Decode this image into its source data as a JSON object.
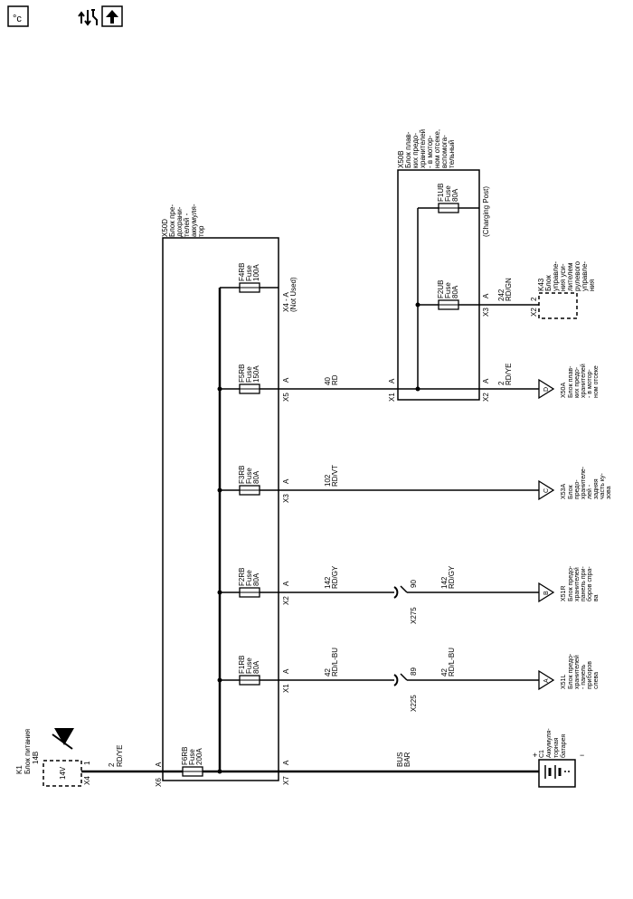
{
  "toolbar": {
    "icons": [
      "ground-icon",
      "service-tools-icon",
      "up-arrow-icon"
    ],
    "ground_text": "°c"
  },
  "battery_unit": {
    "ref": "K1",
    "name": [
      "Блок питания",
      "14В"
    ],
    "voltage": "14V",
    "connector": "X4",
    "pin": "1",
    "wire_num": "2",
    "wire_color": "RD/YE"
  },
  "fuse_block": {
    "name": [
      "X50D",
      "Блок пре-",
      "дохрани-",
      "телей -",
      "аккумуля-",
      "тор"
    ],
    "inputs": [
      {
        "conn": "X6",
        "pin": "A"
      }
    ],
    "main_fuse": {
      "ref": "F6RB",
      "type": "Fuse",
      "rating": "200A",
      "conn": "X7",
      "pin": "A"
    },
    "fuses": [
      {
        "ref": "F1RB",
        "type": "Fuse",
        "rating": "80A",
        "conn": "X1",
        "pin": "A"
      },
      {
        "ref": "F2RB",
        "type": "Fuse",
        "rating": "80A",
        "conn": "X2",
        "pin": "A"
      },
      {
        "ref": "F3RB",
        "type": "Fuse",
        "rating": "80A",
        "conn": "X3",
        "pin": "A"
      },
      {
        "ref": "F5RB",
        "type": "Fuse",
        "rating": "150A",
        "conn": "X5",
        "pin": "A"
      },
      {
        "ref": "F4RB",
        "type": "Fuse",
        "rating": "100A",
        "conn": "X4 - A",
        "pin": "(Not Used)"
      }
    ]
  },
  "bus_bar": {
    "l1": "BUS",
    "l2": "BAR"
  },
  "battery": {
    "ref": "C1",
    "name": [
      "Аккумуля-",
      "торная",
      "батарея"
    ],
    "plus": "+",
    "minus": "−"
  },
  "circuits": [
    {
      "num": "42",
      "color": "RD/L-BU",
      "splice": "X225",
      "pin": "89",
      "num2": "42",
      "color2": "RD/L-BU",
      "dest": "A",
      "dest_conn": "X51L",
      "dest_name": [
        "Блок предо-",
        "хранителей",
        "- панель",
        "приборов",
        "слева"
      ]
    },
    {
      "num": "142",
      "color": "RD/GY",
      "splice": "X275",
      "pin": "90",
      "num2": "142",
      "color2": "RD/GY",
      "dest": "B",
      "dest_conn": "X51R",
      "dest_name": [
        "Блок предо-",
        "хранителей",
        "панель при-",
        "боров спра-",
        "ва"
      ]
    },
    {
      "num": "102",
      "color": "RD/VT",
      "dest": "C",
      "dest_conn": "X53A",
      "dest_name": [
        "Блок",
        "предо-",
        "хранителе-",
        "лей -",
        "задняя",
        "часть ку-",
        "зова"
      ]
    },
    {
      "num": "40",
      "color": "RD"
    }
  ],
  "fuse_block_b": {
    "name": [
      "X50B",
      "Блок плав-",
      "ких предо-",
      "хранителей",
      "- в мотор-",
      "ном отсеке,",
      "вспомога-",
      "тельный"
    ],
    "in_conn": "X1",
    "in_pin": "A",
    "f2": {
      "ref": "F2UB",
      "type": "Fuse",
      "rating": "80A",
      "conn": "X3",
      "pin": "A"
    },
    "f1": {
      "ref": "F1UB",
      "type": "Fuse",
      "rating": "80A",
      "note": "(Charging Post)"
    },
    "out_conn": "X2",
    "out_pin": "A",
    "out_num": "2",
    "out_color": "RD/YE",
    "k43_num": "242",
    "k43_color": "RD/GN"
  },
  "k43": {
    "ref": "K43",
    "conn": "X2",
    "pin": "2",
    "name": [
      "Блок",
      "управле-",
      "ния уси-",
      "лителем",
      "рулевого",
      "управле-",
      "ния"
    ]
  },
  "x50a": {
    "dest": "D",
    "conn": "X50A",
    "name": [
      "Блок плав-",
      "ких предо-",
      "хранителей",
      "- в мотор-",
      "ном отсеке"
    ]
  }
}
